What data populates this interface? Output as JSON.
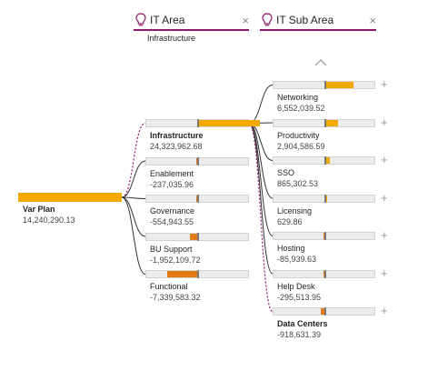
{
  "headers": [
    {
      "label": "IT Area",
      "selected": "Infrastructure",
      "close": "×"
    },
    {
      "label": "IT Sub Area",
      "close": "×"
    }
  ],
  "root": {
    "name": "Var Plan",
    "value": "14,240,290.13"
  },
  "level1": [
    {
      "name": "Infrastructure",
      "value": "24,323,962.68",
      "bold": true,
      "fill": 0.6
    },
    {
      "name": "Enablement",
      "value": "-237,035.96",
      "fill": -0.01
    },
    {
      "name": "Governance",
      "value": "-554,943.55",
      "fill": -0.02
    },
    {
      "name": "BU Support",
      "value": "-1,952,109.72",
      "fill": -0.08
    },
    {
      "name": "Functional",
      "value": "-7,339,583.32",
      "fill": -0.3
    }
  ],
  "level2": [
    {
      "name": "Networking",
      "value": "6,552,039.52",
      "fill": 0.27
    },
    {
      "name": "Productivity",
      "value": "2,904,586.59",
      "fill": 0.12
    },
    {
      "name": "SSO",
      "value": "865,302.53",
      "fill": 0.04
    },
    {
      "name": "Licensing",
      "value": "629.86",
      "fill": 0.0
    },
    {
      "name": "Hosting",
      "value": "-85,939.63",
      "fill": -0.004
    },
    {
      "name": "Help Desk",
      "value": "-295,513.95",
      "fill": -0.012
    },
    {
      "name": "Data Centers",
      "value": "-918,631.39",
      "bold": true,
      "fill": -0.04
    }
  ],
  "plus_symbol": "+",
  "colors": {
    "accent": "#8b1a6b",
    "positive": "#f2a900",
    "negative": "#e07b16"
  },
  "icons": [
    "lightbulb-icon",
    "close-icon",
    "chevron-up-icon",
    "plus-icon"
  ]
}
